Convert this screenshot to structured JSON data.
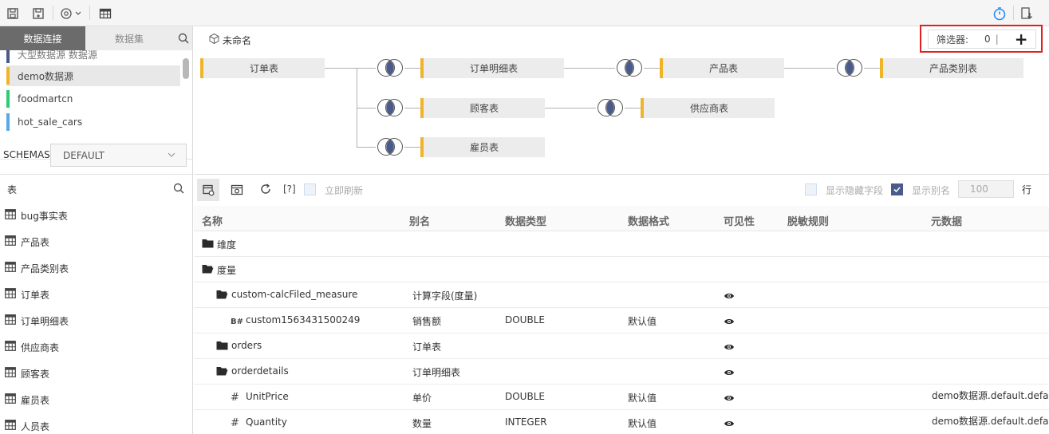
{
  "toolbar": {
    "icons": [
      "save-icon",
      "save-as-icon",
      "settings-dropdown-icon",
      "table-icon",
      "timer-icon",
      "export-icon"
    ]
  },
  "left": {
    "tabs": [
      "数据连接",
      "数据集"
    ],
    "datasources": [
      {
        "label": "大型数据源 数据源",
        "color": "#4a5a8a"
      },
      {
        "label": "demo数据源",
        "color": "#f0b429"
      },
      {
        "label": "foodmartcn",
        "color": "#2ecc71"
      },
      {
        "label": "hot_sale_cars",
        "color": "#5aa9e6"
      }
    ],
    "schema_label": "SCHEMAS",
    "schema_value": "DEFAULT",
    "tables_label": "表",
    "tables": [
      "bug事实表",
      "产品表",
      "产品类别表",
      "订单表",
      "订单明细表",
      "供应商表",
      "顾客表",
      "雇员表",
      "人员表"
    ]
  },
  "canvas": {
    "name": "未命名",
    "filter_label": "筛选器:",
    "filter_count": "0",
    "filter_sep": "|",
    "add": "+",
    "nodes": {
      "orders": "订单表",
      "orderdetails": "订单明细表",
      "products": "产品表",
      "categories": "产品类别表",
      "customers": "顾客表",
      "suppliers": "供应商表",
      "employees": "雇员表"
    }
  },
  "grid_toolbar": {
    "help": "[?]",
    "refresh_now": "立即刷新",
    "show_hidden": "显示隐藏字段",
    "show_alias": "显示别名",
    "row_count": "100",
    "row_unit": "行"
  },
  "grid": {
    "columns": [
      "名称",
      "别名",
      "数据类型",
      "数据格式",
      "可见性",
      "脱敏规则",
      "元数据"
    ],
    "rows": [
      {
        "name": "维度",
        "alias": "",
        "type": "",
        "format": "",
        "visible": false,
        "meta": "",
        "icon": "folder",
        "indent": 0
      },
      {
        "name": "度量",
        "alias": "",
        "type": "",
        "format": "",
        "visible": false,
        "meta": "",
        "icon": "folder-open",
        "indent": 0
      },
      {
        "name": "custom-calcFiled_measure",
        "alias": "计算字段(度量)",
        "type": "",
        "format": "",
        "visible": true,
        "meta": "",
        "icon": "folder-open",
        "indent": 1
      },
      {
        "name": "custom1563431500249",
        "alias": "销售额",
        "type": "DOUBLE",
        "format": "默认值",
        "visible": true,
        "meta": "",
        "icon": "calc",
        "indent": 2
      },
      {
        "name": "orders",
        "alias": "订单表",
        "type": "",
        "format": "",
        "visible": true,
        "meta": "",
        "icon": "folder",
        "indent": 1
      },
      {
        "name": "orderdetails",
        "alias": "订单明细表",
        "type": "",
        "format": "",
        "visible": true,
        "meta": "",
        "icon": "folder-open",
        "indent": 1
      },
      {
        "name": "UnitPrice",
        "alias": "单价",
        "type": "DOUBLE",
        "format": "默认值",
        "visible": true,
        "meta": "demo数据源.default.defau",
        "icon": "hash",
        "indent": 2
      },
      {
        "name": "Quantity",
        "alias": "数量",
        "type": "INTEGER",
        "format": "默认值",
        "visible": true,
        "meta": "demo数据源.default.defau",
        "icon": "hash",
        "indent": 2
      }
    ]
  }
}
